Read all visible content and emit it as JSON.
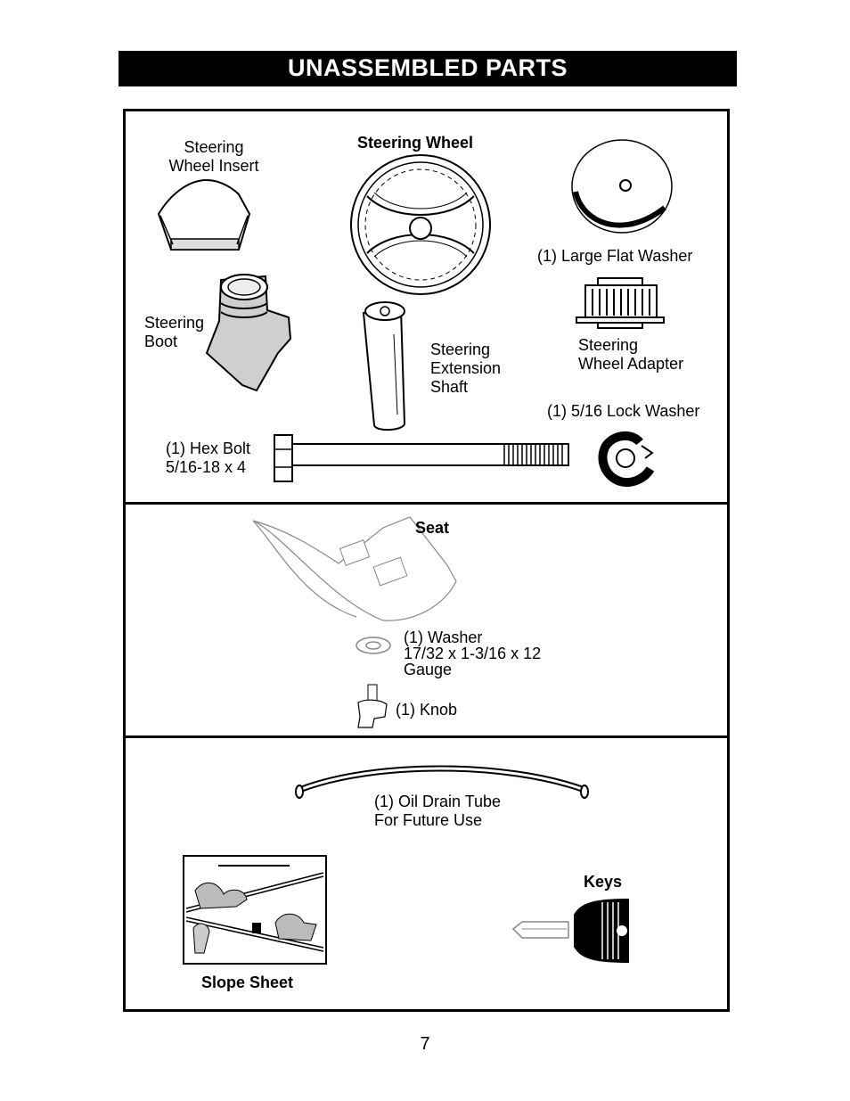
{
  "header": {
    "title": "UNASSEMBLED PARTS"
  },
  "section1": {
    "steering_wheel_insert": "Steering\nWheel Insert",
    "steering_wheel": "Steering Wheel",
    "large_flat_washer": "(1) Large Flat Washer",
    "steering_boot": "Steering\nBoot",
    "steering_extension_shaft": "Steering\nExtension\nShaft",
    "steering_wheel_adapter": "Steering\nWheel Adapter",
    "lock_washer": "(1) 5/16 Lock Washer",
    "hex_bolt": "(1) Hex Bolt\n5/16-18 x 4"
  },
  "section2": {
    "seat": "Seat",
    "washer": "(1) Washer\n17/32 x 1-3/16 x 12\nGauge",
    "knob": "(1) Knob"
  },
  "section3": {
    "oil_drain_tube": "(1) Oil Drain Tube\nFor Future Use",
    "keys": "Keys",
    "slope_sheet": "Slope Sheet"
  },
  "footer": {
    "page_number": "7"
  }
}
